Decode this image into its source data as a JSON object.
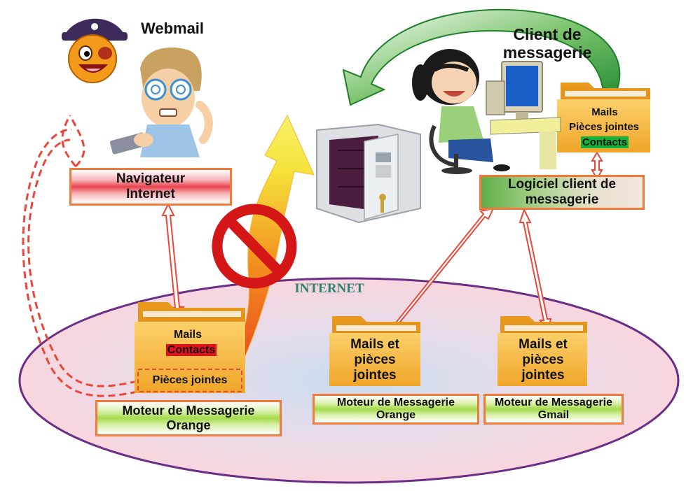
{
  "labels": {
    "webmail": "Webmail",
    "client_de_messagerie": "Client de messagerie",
    "internet": "INTERNET"
  },
  "boxes": {
    "navigateur": "Navigateur Internet",
    "logiciel_client": "Logiciel client de messagerie",
    "moteur_orange_left": "Moteur de Messagerie Orange",
    "moteur_orange_mid": "Moteur de Messagerie Orange",
    "moteur_gmail": "Moteur de Messagerie Gmail"
  },
  "folders": {
    "left": {
      "line1": "Mails",
      "line2": "Contacts",
      "line3": "Pièces jointes"
    },
    "client": {
      "line1": "Mails",
      "line2": "Pièces jointes",
      "line3": "Contacts"
    },
    "mid": {
      "text": "Mails et pièces jointes"
    },
    "right": {
      "text": "Mails et pièces jointes"
    }
  },
  "colors": {
    "ellipse_fill": "#f5dde3",
    "ellipse_border": "#6b2d86",
    "box_border": "#f07a3a",
    "internet_label": "#2f7f70",
    "folder": "#f0a529",
    "prohibit": "#d41616"
  },
  "icons": [
    "pirate-emoji-icon",
    "stressed-user-icon",
    "safe-icon",
    "girl-at-computer-icon",
    "prohibited-icon",
    "folder-icon"
  ]
}
